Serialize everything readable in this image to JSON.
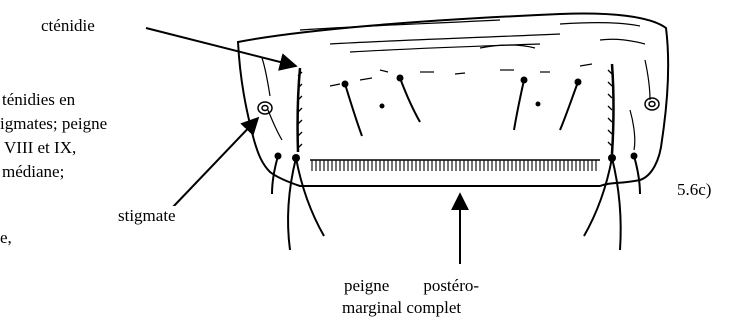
{
  "labels": {
    "ctenidie": "cténidie",
    "stigmate": "stigmate",
    "figure_number": "5.6c)",
    "peigne_line1": "peigne        postéro-",
    "peigne_line2": "marginal complet"
  },
  "side_text": [
    "ténidies en",
    "igmates; peigne",
    "VIII et IX,",
    "médiane;",
    "",
    "e,"
  ],
  "colors": {
    "ink": "#000000",
    "background": "#ffffff"
  }
}
